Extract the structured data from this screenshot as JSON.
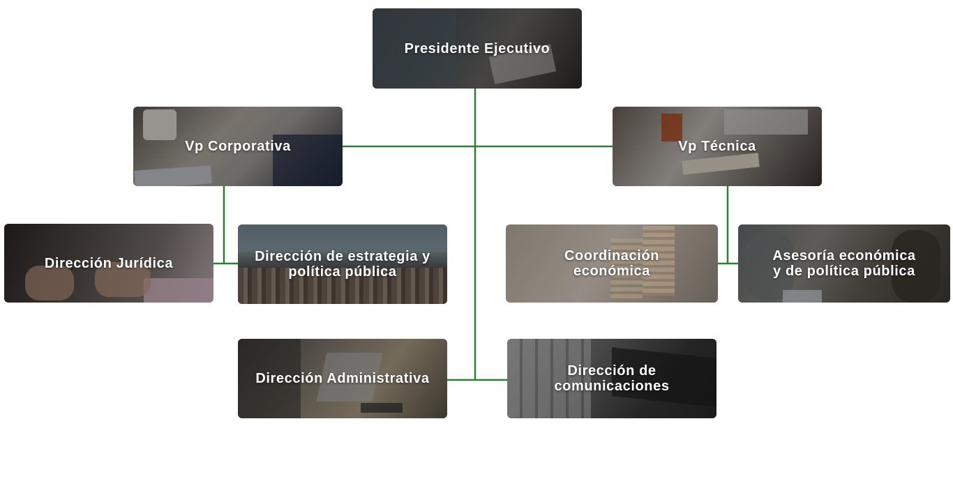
{
  "org_chart": {
    "line_color": "#2e7d32",
    "nodes": {
      "presidente": "Presidente Ejecutivo",
      "vp_corporativa": "Vp Corporativa",
      "vp_tecnica": "Vp Técnica",
      "direccion_juridica": "Dirección Jurídica",
      "direccion_estrategia": "Dirección de estrategia y\npolítica pública",
      "coordinacion_economica": "Coordinación\neconómica",
      "asesoria_economica": "Asesoría económica\ny de política pública",
      "direccion_administrativa": "Dirección Administrativa",
      "direccion_comunicaciones": "Dirección de\ncomunicaciones"
    }
  }
}
